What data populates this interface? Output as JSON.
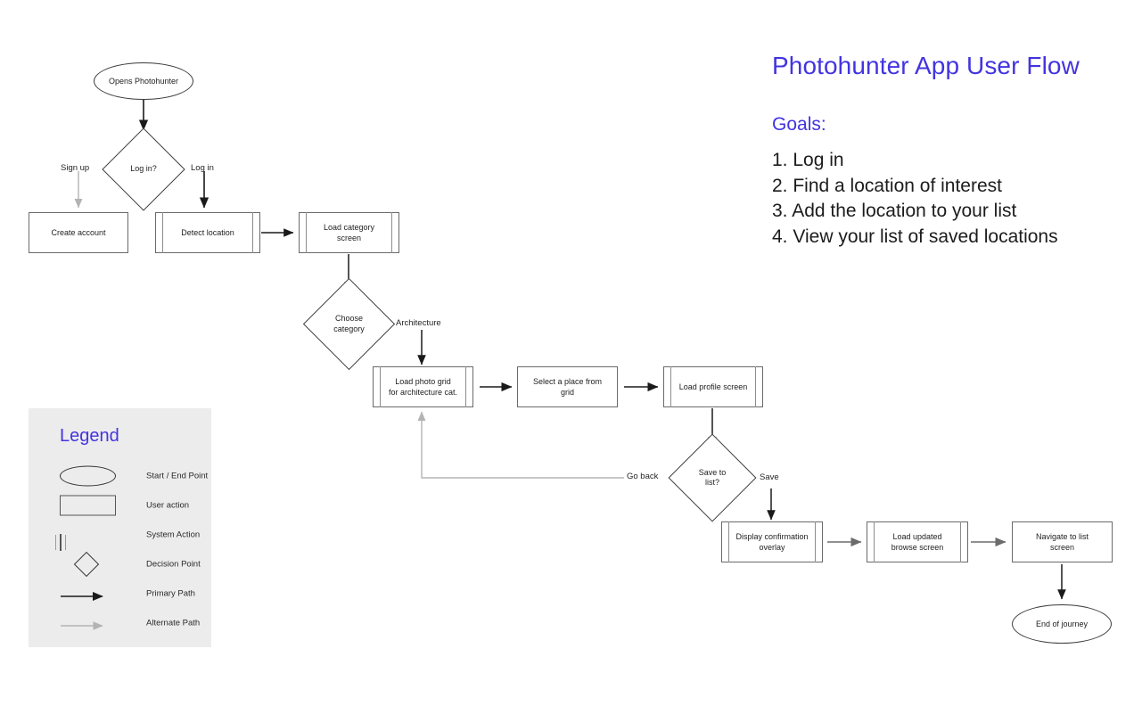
{
  "title": "Photohunter App User Flow",
  "goals": {
    "heading": "Goals:",
    "items": [
      "1. Log in",
      "2. Find a location of interest",
      "3. Add the location to your list",
      "4. View your list of saved locations"
    ]
  },
  "legend": {
    "title": "Legend",
    "items": [
      {
        "glyph": "ellipse",
        "label": "Start / End Point"
      },
      {
        "glyph": "rect",
        "label": "User action"
      },
      {
        "glyph": "system",
        "label": "System Action"
      },
      {
        "glyph": "diamond",
        "label": "Decision Point"
      },
      {
        "glyph": "arrow-primary",
        "label": "Primary Path"
      },
      {
        "glyph": "arrow-alternate",
        "label": "Alternate Path"
      }
    ]
  },
  "nodes": {
    "start": "Opens Photohunter",
    "login_decision": "Log in?",
    "create_account": "Create account",
    "detect_location": "Detect location",
    "load_category_screen": "Load category\nscreen",
    "choose_category": "Choose\ncategory",
    "load_photo_grid": "Load photo grid\nfor architecture cat.",
    "select_place": "Select a place from\ngrid",
    "load_profile": "Load profile screen",
    "save_decision": "Save to\nlist?",
    "display_confirmation": "Display confirmation\noverlay",
    "load_updated_browse": "Load updated\nbrowse screen",
    "navigate_to_list": "Navigate to list\nscreen",
    "end": "End of journey"
  },
  "edge_labels": {
    "sign_up": "Sign up",
    "log_in": "Log in",
    "architecture": "Architecture",
    "go_back": "Go back",
    "save": "Save"
  },
  "colors": {
    "accent": "#4334e0",
    "legend_bg": "#ececec",
    "primary_path": "#1a1a1a",
    "alternate_path": "#b3b3b3",
    "node_stroke": "#3a3a3a"
  }
}
